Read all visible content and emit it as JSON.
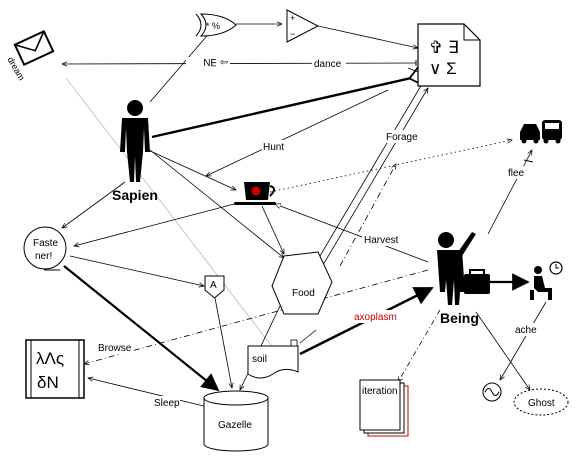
{
  "nodes": {
    "sapien": "Sapien",
    "being": "Being",
    "food": "Food",
    "gazelle": "Gazelle",
    "soil": "soil",
    "iteration": "iteration",
    "ghost": "Ghost",
    "faster_line1": "Faste",
    "faster_line2": "ner!",
    "a_marker": "A",
    "greek_line1": "λΛς",
    "greek_line2": "δN",
    "logic_line1": "✞ ∃",
    "logic_line2": "∨ Σ",
    "gate_symbol": "* %",
    "plus": "+",
    "minus": "−"
  },
  "edges": {
    "dream": "dream",
    "dance": "dance",
    "mirror": "⇨ ∃N",
    "hunt": "Hunt",
    "forage": "Forage",
    "flee": "flee",
    "harvest": "Harvest",
    "axoplasm": "axoplasm",
    "browse": "Browse",
    "sleep": "Sleep",
    "ache": "ache"
  },
  "colors": {
    "ink": "#000000",
    "axoplasm": "#cc0000",
    "iteration_shadow": "#cc0000",
    "mug_accent": "#cc0000",
    "faint_line": "#bbbbbb"
  },
  "icons": [
    "envelope-icon",
    "person-icon",
    "cup-icon",
    "vehicles-icon",
    "waiting-person-icon",
    "clock-icon",
    "sine-wave-icon",
    "document-icon",
    "xor-gate-icon",
    "op-amp-icon",
    "tag-icon",
    "database-icon"
  ]
}
